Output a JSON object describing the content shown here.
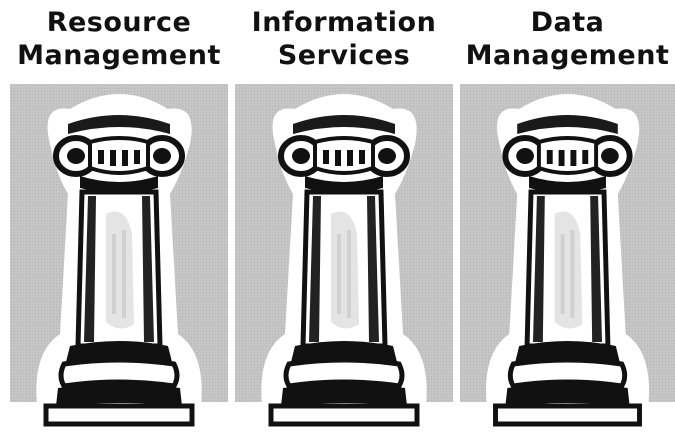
{
  "pillars": [
    {
      "title_line1": "Resource",
      "title_line2": "Management",
      "icon": "column-icon"
    },
    {
      "title_line1": "Information",
      "title_line2": "Services",
      "icon": "column-icon"
    },
    {
      "title_line1": "Data",
      "title_line2": "Management",
      "icon": "column-icon"
    }
  ],
  "colors": {
    "panel_gray": "#c6c6c6",
    "ink": "#111111"
  }
}
